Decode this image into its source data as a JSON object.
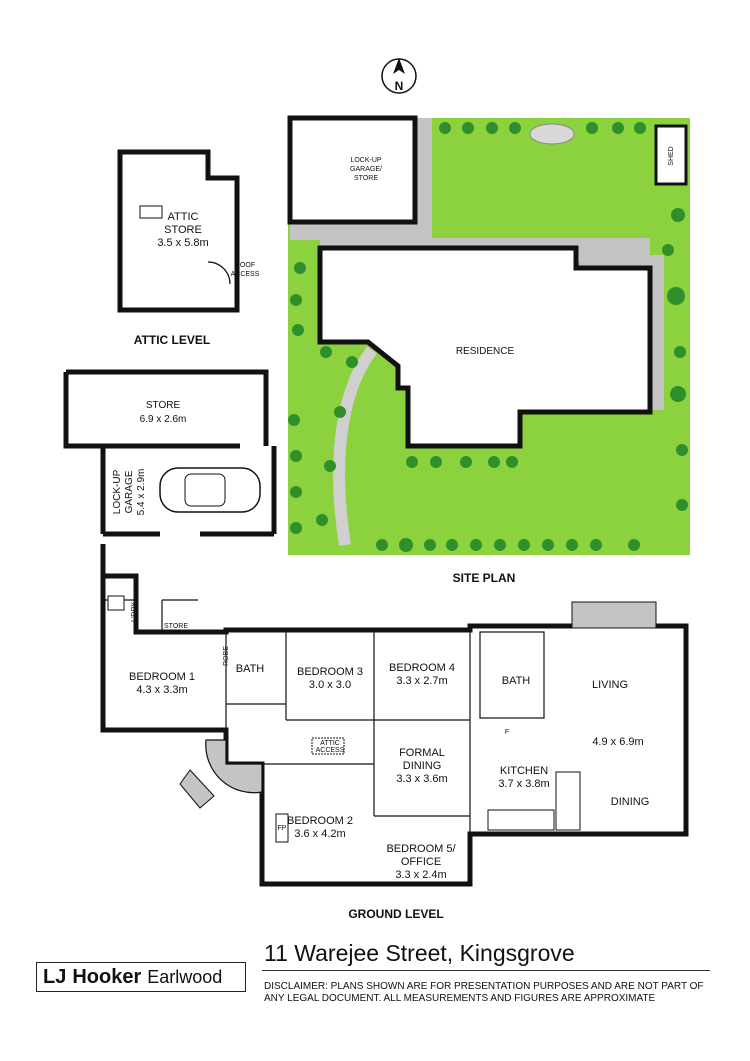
{
  "compass": {
    "label": "N"
  },
  "site": {
    "title": "SITE PLAN",
    "residence": "RESIDENCE",
    "garage_store": [
      "LOCK-UP",
      "GARAGE/",
      "STORE"
    ],
    "shed": "SHED"
  },
  "attic": {
    "title": "ATTIC LEVEL",
    "store_name": [
      "ATTIC",
      "STORE"
    ],
    "store_size": "3.5 x 5.8m",
    "roof_access": [
      "ROOF",
      "ACCESS"
    ]
  },
  "ground": {
    "title": "GROUND LEVEL",
    "store": {
      "name": "STORE",
      "size": "6.9 x 2.6m"
    },
    "garage": {
      "name": [
        "LOCK-UP",
        "GARAGE"
      ],
      "size": "5.4 x 2.9m"
    },
    "laundry": "L'DRY",
    "store_small": "STORE",
    "bedroom1": {
      "name": "BEDROOM 1",
      "size": "4.3 x 3.3m"
    },
    "robe": "ROBE",
    "bath1": "BATH",
    "bedroom3": {
      "name": "BEDROOM 3",
      "size": "3.0 x 3.0"
    },
    "bedroom4": {
      "name": "BEDROOM 4",
      "size": "3.3 x 2.7m"
    },
    "bath2": "BATH",
    "living": {
      "name": "LIVING",
      "size": "4.9 x 6.9m"
    },
    "attic_access": [
      "ATTIC",
      "ACCESS"
    ],
    "formal_dining": {
      "name": [
        "FORMAL",
        "DINING"
      ],
      "size": "3.3 x 3.6m"
    },
    "kitchen": {
      "name": "KITCHEN",
      "size": "3.7 x 3.8m"
    },
    "dining": "DINING",
    "fridge": "F",
    "bedroom2": {
      "name": "BEDROOM 2",
      "size": "3.6 x 4.2m"
    },
    "fireplace": "FP",
    "bedroom5": {
      "name": [
        "BEDROOM 5/",
        "OFFICE"
      ],
      "size": "3.3 x 2.4m"
    }
  },
  "footer": {
    "address": "11 Warejee Street, Kingsgrove",
    "agency_mark": "LJ",
    "agency_name": "Hooker",
    "agency_branch": "Earlwood",
    "disclaimer": "DISCLAIMER: PLANS SHOWN ARE FOR PRESENTATION PURPOSES AND ARE NOT PART OF ANY LEGAL DOCUMENT. ALL MEASUREMENTS AND FIGURES ARE APPROXIMATE"
  },
  "colors": {
    "lawn": "#8cd23e",
    "paving": "#c4c4c4",
    "walls": "#111111",
    "shrubs": "#2f8f2a"
  }
}
